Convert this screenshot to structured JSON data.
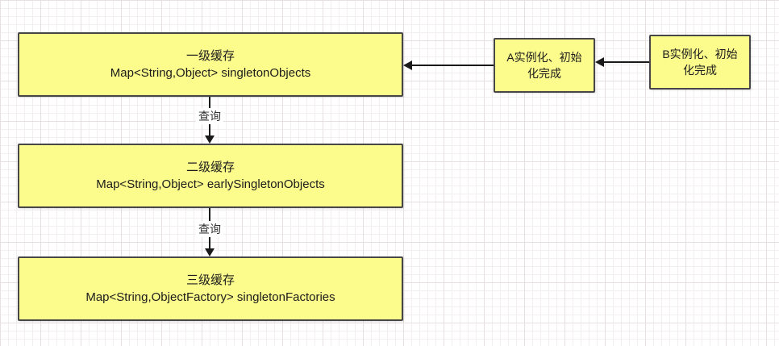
{
  "caches": [
    {
      "title": "一级缓存",
      "subtitle": "Map<String,Object> singletonObjects"
    },
    {
      "title": "二级缓存",
      "subtitle": "Map<String,Object> earlySingletonObjects"
    },
    {
      "title": "三级缓存",
      "subtitle": "Map<String,ObjectFactory> singletonFactories"
    }
  ],
  "connectors": [
    {
      "label": "查询"
    },
    {
      "label": "查询"
    }
  ],
  "beans": [
    {
      "label": "A实例化、初始化完成"
    },
    {
      "label": "B实例化、初始化完成"
    }
  ],
  "colors": {
    "node_fill": "#fcfc8c",
    "node_border": "#474747",
    "arrow": "#1a1a1a",
    "grid_line": "#e7e0e0"
  }
}
